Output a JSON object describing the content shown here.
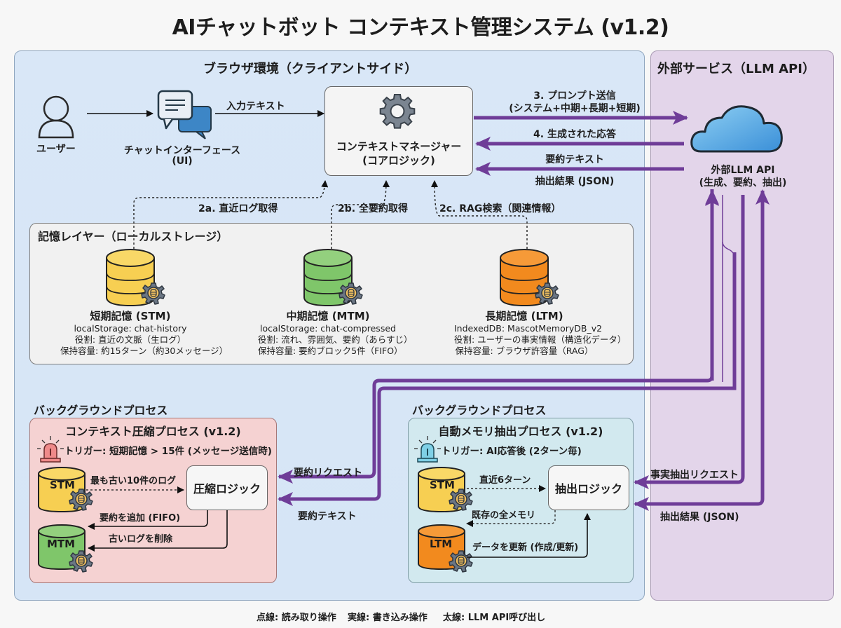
{
  "title": "AIチャットボット コンテキスト管理システム (v1.2)",
  "zones": {
    "browser": "ブラウザ環境（クライアントサイド）",
    "external": "外部サービス（LLM API）"
  },
  "user": {
    "label": "ユーザー",
    "icon": "user-icon"
  },
  "chat_ui": {
    "label": "チャットインターフェース",
    "sublabel": "(UI)",
    "icon": "chat-bubbles-icon"
  },
  "arrow_input_text": "入力テキスト",
  "context_manager": {
    "label": "コンテキストマネージャー",
    "sublabel": "(コアロジック)",
    "icon": "gear-icon"
  },
  "llm": {
    "label": "外部LLM API",
    "sublabel": "(生成、要約、抽出)",
    "icon": "cloud-icon"
  },
  "flows_top": {
    "prompt_send": "3. プロンプト送信",
    "prompt_send_detail": "(システム+中期+長期+短期)",
    "generated_response": "4. 生成された応答",
    "summary_text": "要約テキスト",
    "extract_result": "抽出結果 (JSON)"
  },
  "reads": {
    "recent_log": "2a. 直近ログ取得",
    "all_summaries": "2b. 全要約取得",
    "rag_search": "2c. RAG検索（関連情報）"
  },
  "memory_layer": {
    "title": "記憶レイヤー（ローカルストレージ）",
    "stores": [
      {
        "name": "短期記憶 (STM)",
        "storage": "localStorage: chat-history",
        "role": "役割: 直近の文脈（生ログ）",
        "capacity": "保持容量: 約15ターン（約30メッセージ）",
        "color": "#f7cf52"
      },
      {
        "name": "中期記憶 (MTM)",
        "storage": "localStorage: chat-compressed",
        "role": "役割: 流れ、雰囲気、要約（あらすじ）",
        "capacity": "保持容量: 要約ブロック5件（FIFO）",
        "color": "#7fc66a"
      },
      {
        "name": "長期記憶 (LTM)",
        "storage": "IndexedDB: MascotMemoryDB_v2",
        "role": "役割: ユーザーの事実情報（構造化データ）",
        "capacity": "保持容量: ブラウザ許容量（RAG）",
        "color": "#f28a1e"
      }
    ]
  },
  "compression": {
    "section": "バックグラウンドプロセス",
    "title": "コンテキスト圧縮プロセス (v1.2)",
    "trigger": "トリガー: 短期記憶 > 15件 (メッセージ送信時)",
    "trigger_icon": "red-alarm-icon",
    "stm": "STM",
    "mtm": "MTM",
    "logic": "圧縮ロジック",
    "oldest_logs": "最も古い10件のログ",
    "add_summary": "要約を追加 (FIFO)",
    "delete_old": "古いログを削除",
    "summary_request": "要約リクエスト",
    "summary_text": "要約テキスト"
  },
  "extraction": {
    "section": "バックグラウンドプロセス",
    "title": "自動メモリ抽出プロセス (v1.2)",
    "trigger": "トリガー: AI応答後 (2ターン毎)",
    "trigger_icon": "blue-alarm-icon",
    "stm": "STM",
    "ltm": "LTM",
    "logic": "抽出ロジック",
    "recent_turns": "直近6ターン",
    "existing_memory": "既存の全メモリ",
    "update_data": "データを更新 (作成/更新)",
    "fact_request": "事実抽出リクエスト",
    "extract_result": "抽出結果 (JSON)"
  },
  "legend": {
    "dotted": "点線: 読み取り操作",
    "solid": "実線: 書き込み操作",
    "thick": "太線: LLM API呼び出し"
  },
  "colors": {
    "llm_arrow": "#6f3d98",
    "stm": "#f7cf52",
    "mtm": "#7fc66a",
    "ltm": "#f28a1e",
    "cloud": "#5aaee6"
  }
}
